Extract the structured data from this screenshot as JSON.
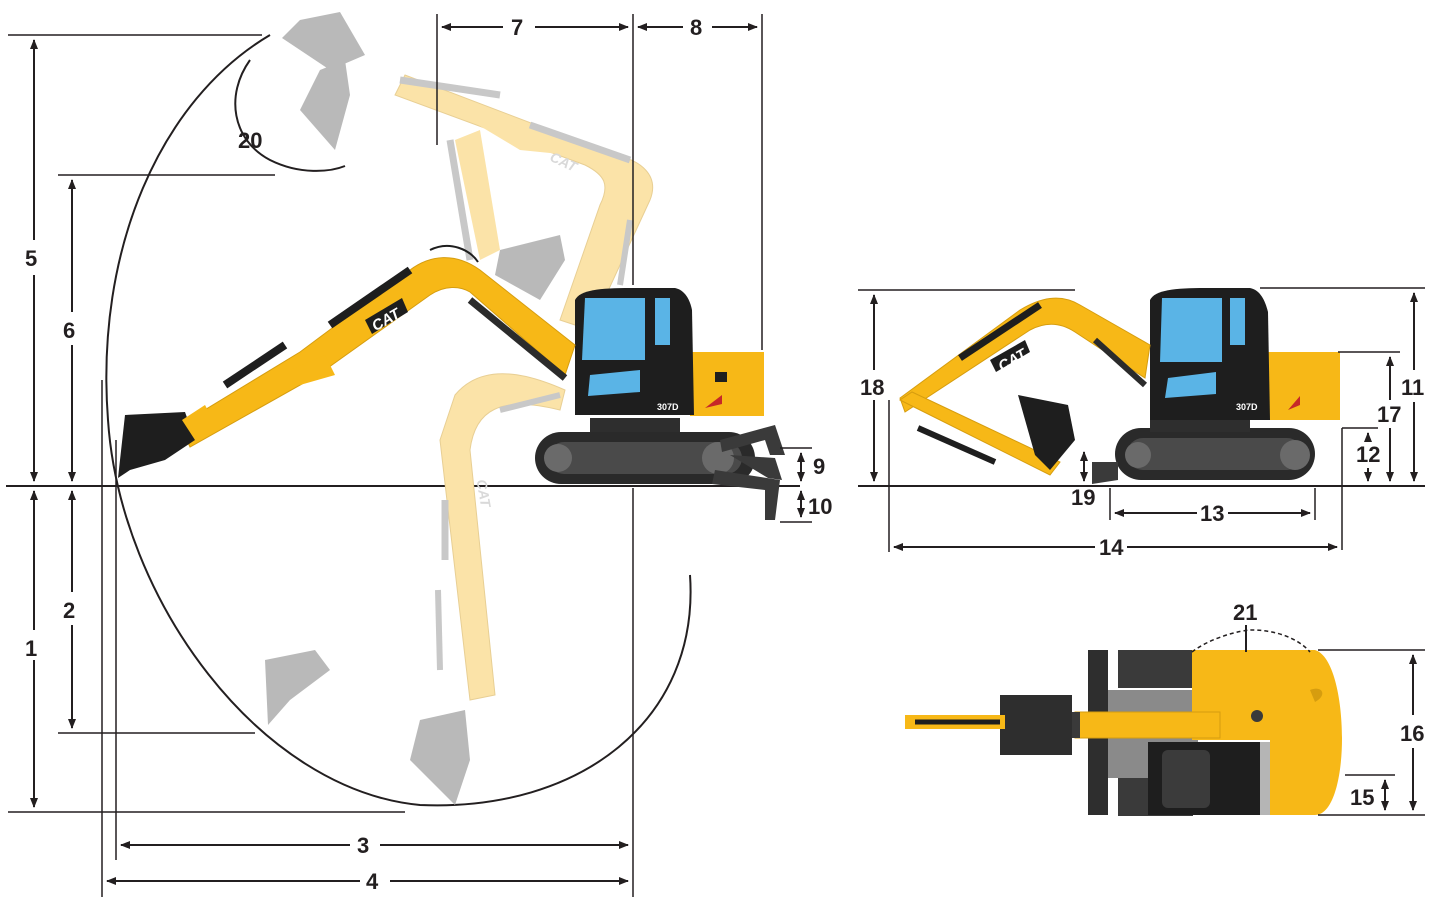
{
  "machine": {
    "model": "307D",
    "brand": "CAT"
  },
  "colors": {
    "machine_yellow": "#f7b817",
    "ghost_yellow": "#fbe3a8",
    "ghost_gray": "#b9b9b9",
    "cab_black": "#1e1e1e",
    "glass_blue": "#5ab4e6",
    "line": "#231f20"
  },
  "side_view_dimensions": [
    "1",
    "2",
    "3",
    "4",
    "5",
    "6",
    "7",
    "8",
    "9",
    "10",
    "20"
  ],
  "transport_view_dimensions": [
    "11",
    "12",
    "13",
    "14",
    "17",
    "18",
    "19"
  ],
  "top_view_dimensions": [
    "15",
    "16",
    "21"
  ],
  "icons": {
    "boom_logo": "cat-logo-icon",
    "cab_model_badge": "model-badge-icon"
  }
}
